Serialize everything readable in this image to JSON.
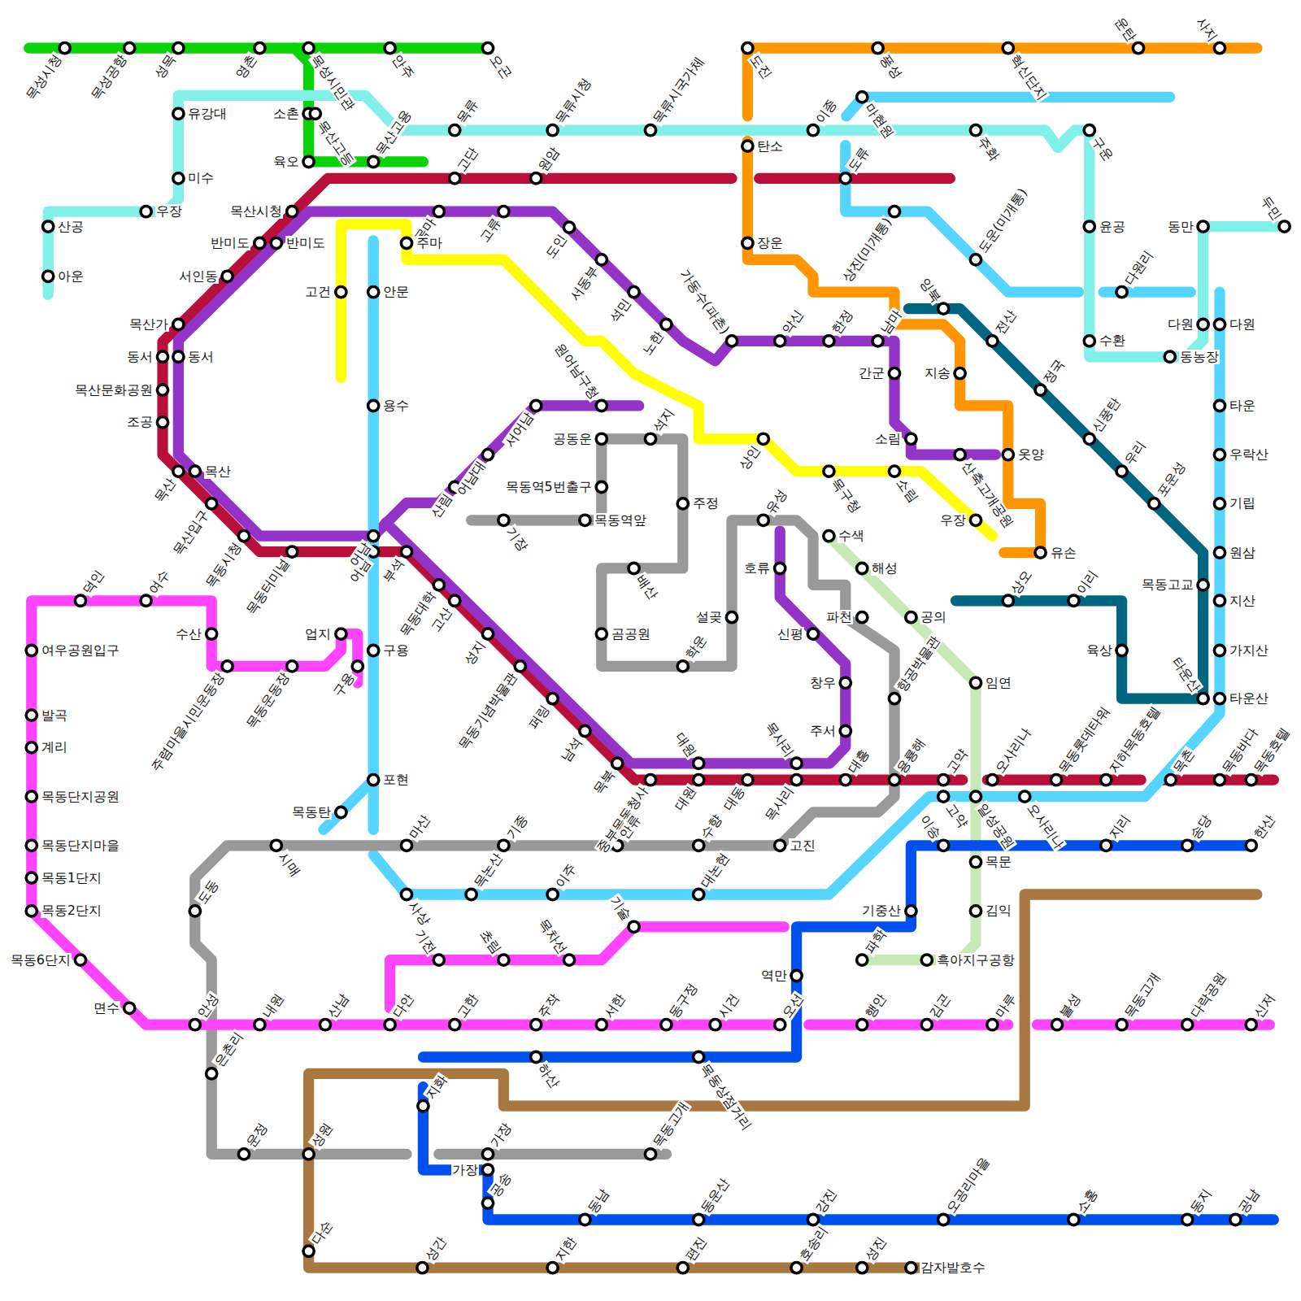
{
  "diagram": {
    "labels": [
      "목성시청",
      "목성공항",
      "성목",
      "영촌",
      "목성시민관",
      "안주",
      "오곤",
      "소촌",
      "육오",
      "목산고등",
      "목산고용",
      "유강대",
      "미수",
      "우장",
      "산공",
      "아운",
      "목류",
      "목류시청",
      "목류시국가체",
      "이종",
      "주화",
      "구운",
      "윤공",
      "수환",
      "동농장",
      "다원",
      "동만",
      "두민",
      "고단",
      "원암",
      "도류",
      "목산시청",
      "반미도",
      "목산가",
      "동서",
      "목산문화공원",
      "조공",
      "목산",
      "목산입구",
      "목동시청",
      "목동터미널",
      "어남",
      "부석",
      "목동대학",
      "고산",
      "성지",
      "목동기념박물관",
      "퍼링",
      "남석",
      "목북",
      "중부목동청사",
      "대원",
      "대동",
      "목사리",
      "대흥",
      "용룡해",
      "고약",
      "오사리나",
      "목동롯데타워",
      "지하목동호텔",
      "목촌",
      "목동바다",
      "목동호텔",
      "반미도",
      "서인동",
      "동서",
      "목산",
      "목마",
      "고류",
      "도인",
      "서동부",
      "석민",
      "노한",
      "가동수(파촌)",
      "악신",
      "한정",
      "남마",
      "간군",
      "소림",
      "산축고개공원",
      "서어남",
      "원어남구청",
      "어남대",
      "산림",
      "어남",
      "호류",
      "신평",
      "창우",
      "주서",
      "목사리",
      "대원",
      "고건",
      "주마",
      "상인",
      "목구청",
      "소림",
      "우장",
      "안문",
      "용수",
      "구용",
      "포현",
      "목동탄",
      "사상",
      "목논산",
      "이주",
      "대논현",
      "고약",
      "일성공원",
      "오사리나",
      "타운산",
      "타운산",
      "가지산",
      "지산",
      "원삼",
      "기립",
      "우락산",
      "타운",
      "다원",
      "마현원",
      "상진(미개통)",
      "도운(미개통)",
      "다원리",
      "도진",
      "풍성",
      "혁신단지",
      "운탄",
      "사지",
      "탄소",
      "장운",
      "지송",
      "옷양",
      "유손",
      "잉북",
      "전산",
      "정국",
      "신풍탄",
      "우리",
      "포운성",
      "목동고교",
      "육상",
      "이리",
      "상오",
      "기장",
      "목동역앞",
      "목동역5번출구",
      "공동운",
      "석지",
      "주정",
      "배산",
      "곰공원",
      "학운",
      "설곶",
      "유성",
      "파천",
      "항공박물관",
      "고진",
      "수향",
      "안류",
      "기종",
      "마산",
      "시매",
      "도동",
      "은촌리",
      "운정",
      "성원",
      "가장",
      "목동고개",
      "수색",
      "해성",
      "공의",
      "임연",
      "목문",
      "김익",
      "흑아지구공항",
      "파학",
      "덕인",
      "여수",
      "수산",
      "주렴마을시민운동장",
      "목동운동장",
      "업지",
      "구용",
      "여우공원입구",
      "발곡",
      "계리",
      "목동단지공원",
      "목동단지마을",
      "목동1단지",
      "목동2단지",
      "목동6단지",
      "면수",
      "안성",
      "내원",
      "산남",
      "다안",
      "고한",
      "주작",
      "서한",
      "동구정",
      "시건",
      "오선",
      "행안",
      "김곤",
      "마루",
      "불성",
      "목동고개",
      "다락공원",
      "신저",
      "기전",
      "초림",
      "목차선",
      "기술",
      "한산",
      "송당",
      "지리",
      "이송",
      "기중산",
      "역만",
      "목동상점거리",
      "하산",
      "지화",
      "가장",
      "공송",
      "동남",
      "동운산",
      "강진",
      "오공리마을",
      "소홍",
      "동지",
      "공남",
      "다순",
      "성간",
      "지한",
      "편진",
      "호송리",
      "성진",
      "감자발호수"
    ]
  }
}
